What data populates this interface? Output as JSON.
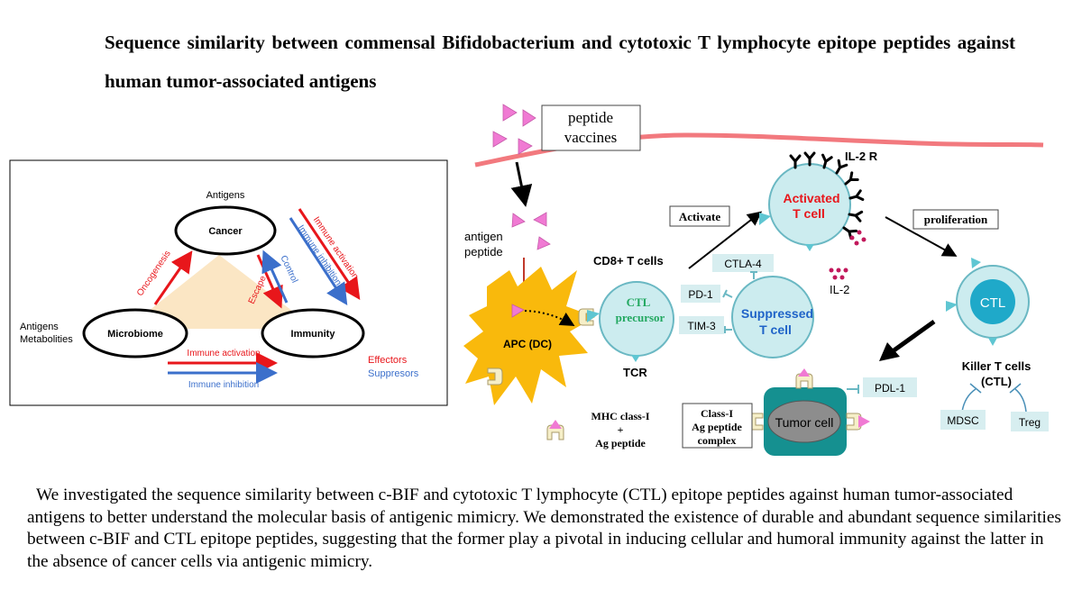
{
  "title": "Sequence similarity between commensal Bifidobacterium and cytotoxic T lymphocyte epitope peptides against human tumor-associated antigens",
  "summary": "We investigated the sequence similarity between c-BIF and cytotoxic T lymphocyte (CTL) epitope peptides against human tumor-associated antigens to better understand the molecular basis of antigenic mimicry. We demonstrated the existence of durable and abundant sequence similarities between c-BIF and CTL epitope peptides, suggesting that the former play a pivotal in inducing cellular and humoral immunity against the latter in the absence of cancer cells via antigenic mimicry.",
  "colors": {
    "red": "#e8161b",
    "blue": "#3b6fcb",
    "apc": "#f9b90c",
    "cell": "#ccecef",
    "cell_border": "#6ab8c3",
    "tumor": "#159090",
    "peptide": "#f07ad3",
    "membrane": "#f2797e",
    "label_box": "#d7eef0",
    "receptor": "#f6efc8"
  },
  "left_diagram": {
    "antigens_top": "Antigens",
    "cancer": "Cancer",
    "microbiome": "Microbiome",
    "immunity": "Immunity",
    "antigens_left_line1": "Antigens",
    "antigens_left_line2": "Metabolities",
    "oncogenesis": "Oncogenesis",
    "escape": "Escape",
    "control": "Control",
    "immune_activation_diag": "Immune activation",
    "immune_inhibition_diag": "Immune inhibition",
    "immune_activation_bottom": "Immune activation",
    "immune_inhibition_bottom": "Immune inhibition",
    "effectors": "Effectors",
    "suppresors": "Suppresors"
  },
  "right_diagram": {
    "peptide_vaccines_line1": "peptide",
    "peptide_vaccines_line2": "vaccines",
    "antigen_peptide_line1": "antigen",
    "antigen_peptide_line2": "peptide",
    "apc": "APC (DC)",
    "cd8": "CD8+ T cells",
    "ctl_precursor_line1": "CTL",
    "ctl_precursor_line2": "precursor",
    "tcr": "TCR",
    "activate": "Activate",
    "activated_line1": "Activated",
    "activated_line2": "T cell",
    "il2r": "IL-2 R",
    "il2": "IL-2",
    "proliferation": "proliferation",
    "ctla4": "CTLA-4",
    "pd1": "PD-1",
    "tim3": "TIM-3",
    "suppressed_line1": "Suppressed",
    "suppressed_line2": "T cell",
    "ctl": "CTL",
    "killer_line1": "Killer T cells",
    "killer_line2": "(CTL)",
    "pdl1": "PDL-1",
    "tumor_cell": "Tumor cell",
    "classI_line1": "Class-I",
    "classI_line2": "Ag peptide",
    "classI_line3": "complex",
    "mhc_line1": "MHC class-I",
    "mhc_line2": "+",
    "mhc_line3": "Ag peptide",
    "mdsc": "MDSC",
    "treg": "Treg"
  }
}
